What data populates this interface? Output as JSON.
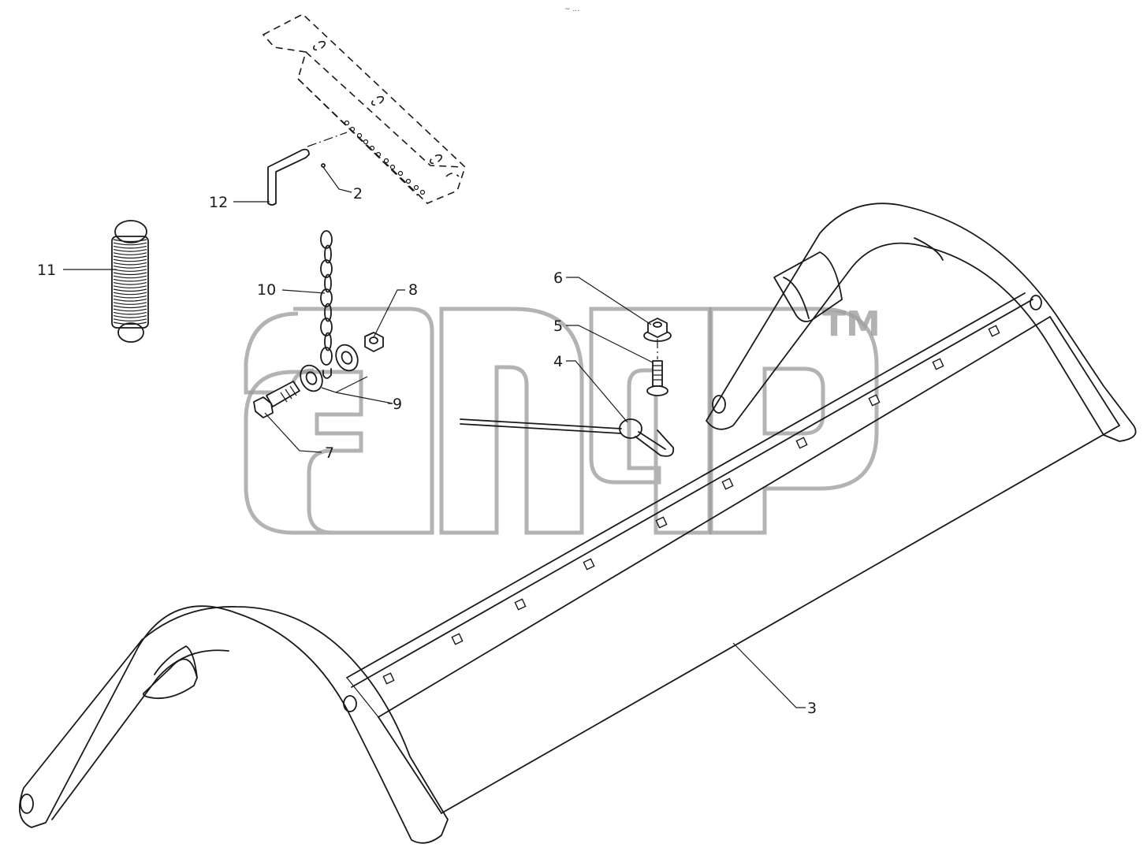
{
  "top_mark": "~ ...",
  "callouts": [
    {
      "id": "2",
      "label": "2"
    },
    {
      "id": "3",
      "label": "3"
    },
    {
      "id": "4",
      "label": "4"
    },
    {
      "id": "5",
      "label": "5"
    },
    {
      "id": "6",
      "label": "6"
    },
    {
      "id": "7",
      "label": "7"
    },
    {
      "id": "8",
      "label": "8"
    },
    {
      "id": "9",
      "label": "9"
    },
    {
      "id": "10",
      "label": "10"
    },
    {
      "id": "11",
      "label": "11"
    },
    {
      "id": "12",
      "label": "12"
    }
  ],
  "watermark": {
    "trademark": "TM"
  },
  "colors": {
    "line": "#1a1a1a",
    "watermark": "#9a9a9a",
    "background": "#ffffff"
  }
}
